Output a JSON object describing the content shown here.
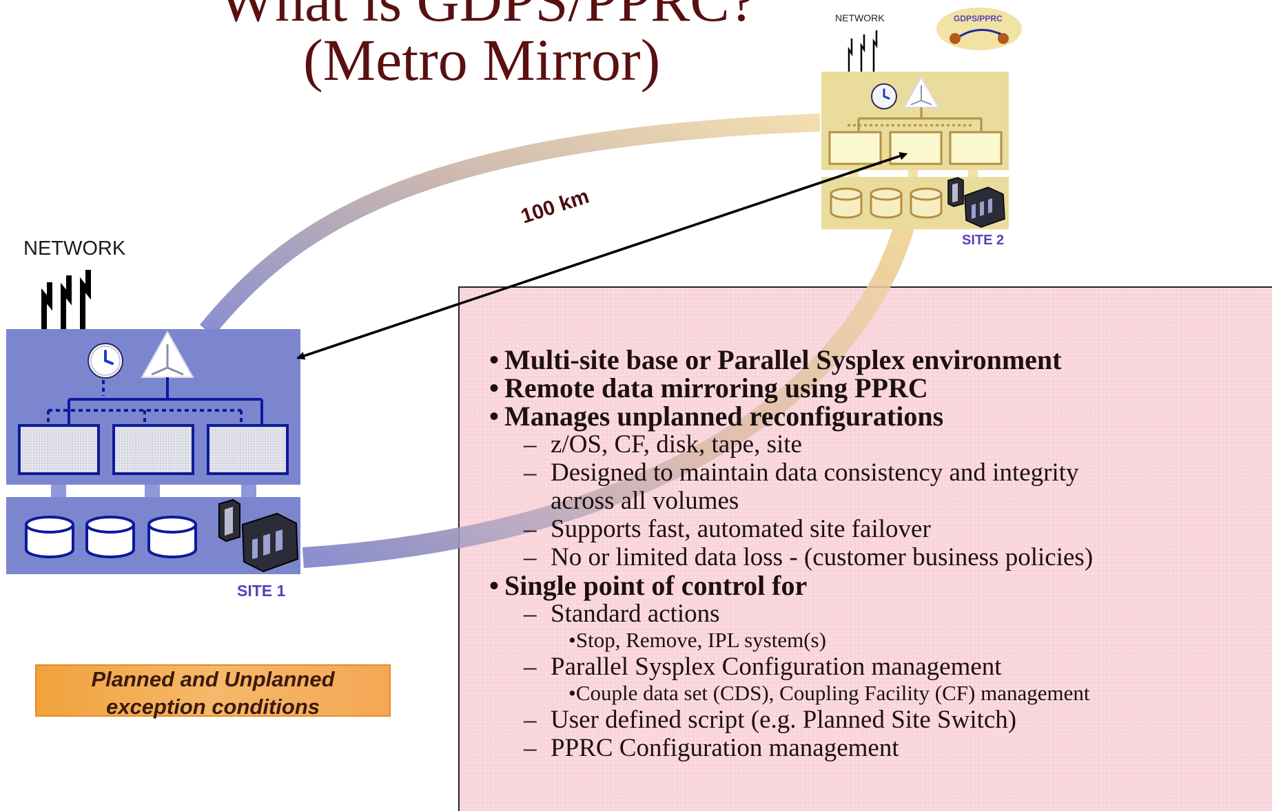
{
  "title": {
    "line1": "What is GDPS/PPRC?",
    "line2": "(Metro Mirror)"
  },
  "site1": {
    "network_label": "NETWORK",
    "site_label": "SITE 1"
  },
  "site2": {
    "network_label": "NETWORK",
    "site_label": "SITE 2",
    "badge_label": "GDPS/PPRC"
  },
  "distance_label": "100 km",
  "exception_box": {
    "line1": "Planned and Unplanned",
    "line2": "exception conditions"
  },
  "features": {
    "item1": "Multi-site base or Parallel Sysplex environment",
    "item2": "Remote data mirroring using PPRC",
    "item3": "Manages unplanned reconfigurations",
    "item3_sub1": "z/OS, CF, disk, tape, site",
    "item3_sub2a": "Designed to maintain data consistency and integrity",
    "item3_sub2b": "across all volumes",
    "item3_sub3": "Supports fast, automated site failover",
    "item3_sub4": "No or limited data loss - (customer business policies)",
    "item4": "Single point of control for",
    "item4_sub1": "Standard actions",
    "item4_sub1_detail": "Stop, Remove, IPL system(s)",
    "item4_sub2": "Parallel Sysplex Configuration management",
    "item4_sub2_detail": "Couple data set (CDS), Coupling Facility (CF) management",
    "item4_sub3": "User defined script (e.g. Planned Site Switch)",
    "item4_sub4": "PPRC Configuration management"
  },
  "colors": {
    "title": "#5a0f10",
    "site1_fill": "#7b86cf",
    "site2_fill": "#e9dc9c",
    "info_box_fill": "#f9d3da",
    "exception_fill": "#f0a23c",
    "site_label": "#5a3fb8"
  },
  "icons": [
    "clock-icon",
    "sysplex-triangle-icon",
    "disk-icon",
    "tape-library-icon",
    "network-lines-icon"
  ]
}
